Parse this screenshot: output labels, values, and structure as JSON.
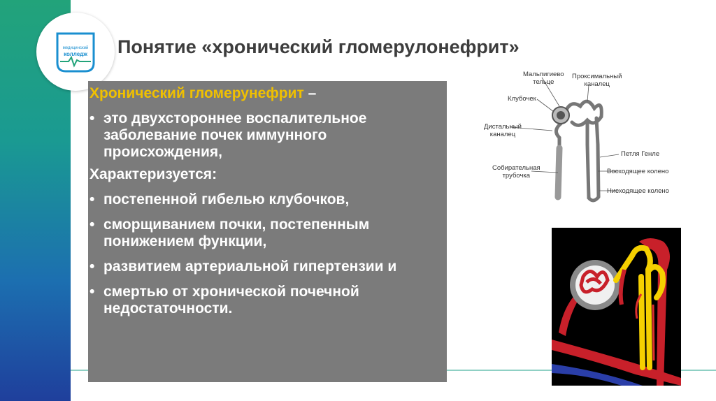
{
  "slide": {
    "title": "Понятие «хронический гломерулонефрит»",
    "accent_color": "#f0c000",
    "panel_color": "#7b7b7b"
  },
  "logo": {
    "text_line1": "медицинский",
    "text_line2": "колледж",
    "icon": "heart-pulse-logo-icon"
  },
  "panel": {
    "heading": "Хронический гломерунефрит",
    "heading_dash": " –",
    "bullet1": "это двухстороннее воспалительное заболевание почек иммунного происхождения,",
    "characterized": "Характеризуется:",
    "bullet2": "постепенной гибелью клубочков,",
    "bullet3": "сморщиванием почки, постепенным понижением функции,",
    "bullet4": "развитием артериальной гипертензии и",
    "bullet5": "смертью от хронической почечной недостаточности.",
    "bullet_symbol": "•"
  },
  "diagram": {
    "malpighian": "Мальпигиево\nтельце",
    "proximal": "Проксимальный\nканалец",
    "glomerulus": "Клубочек",
    "distal": "Дистальный\nканалец",
    "henle": "Петля Генле",
    "ascending": "Восходящее колено",
    "collecting": "Собирательная\nтрубочка",
    "descending": "Нисходящее колено"
  }
}
